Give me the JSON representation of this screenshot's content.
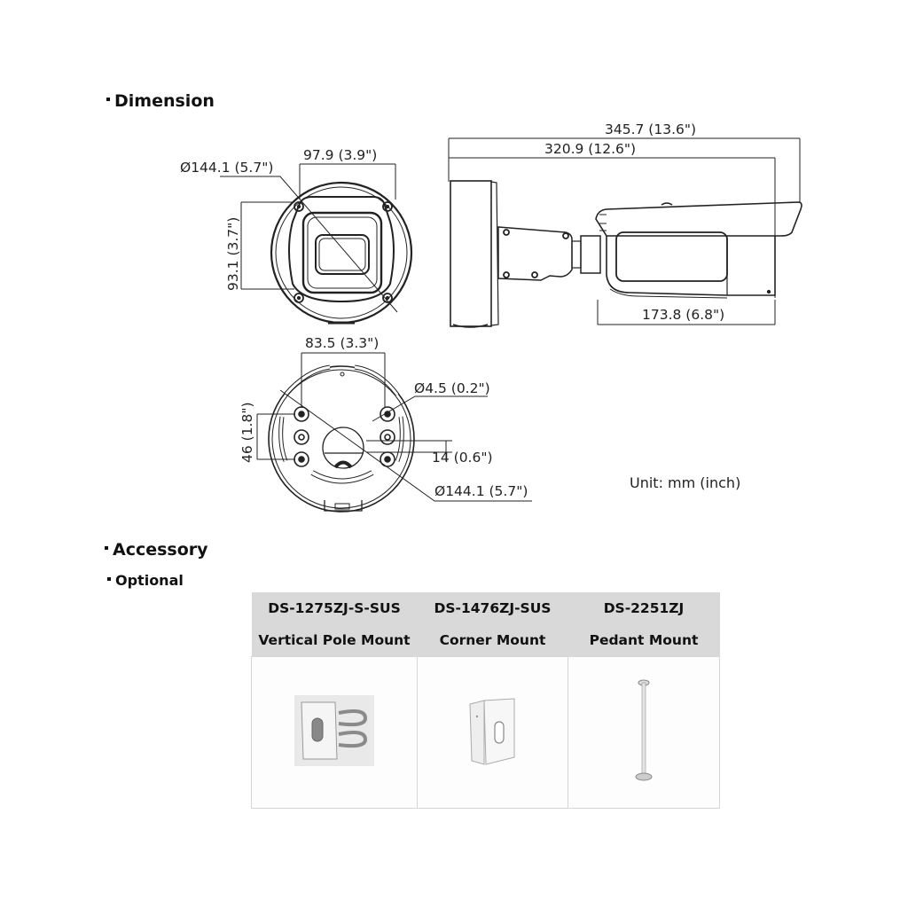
{
  "sections": {
    "dimension": {
      "title": "Dimension"
    },
    "accessory": {
      "title": "Accessory"
    },
    "optional": {
      "title": "Optional"
    }
  },
  "dimensions": {
    "front_view": {
      "diameter": "Ø144.1 (5.7\")",
      "width": "97.9 (3.9\")",
      "height": "93.1 (3.7\")"
    },
    "side_view": {
      "total_length": "345.7 (13.6\")",
      "length_to_mount": "320.9 (12.6\")",
      "body_length": "173.8 (6.8\")"
    },
    "base_view": {
      "hole_spacing_h": "83.5 (3.3\")",
      "hole_diameter": "Ø4.5 (0.2\")",
      "hole_spacing_v": "46 (1.8\")",
      "offset": "14 (0.6\")",
      "diameter": "Ø144.1 (5.7\")"
    },
    "unit_note": "Unit: mm (inch)"
  },
  "accessories": {
    "columns": [
      {
        "model": "DS-1275ZJ-S-SUS",
        "name": "Vertical Pole Mount",
        "icon": "pole-mount-image"
      },
      {
        "model": "DS-1476ZJ-SUS",
        "name": "Corner Mount",
        "icon": "corner-mount-image"
      },
      {
        "model": "DS-2251ZJ",
        "name": "Pedant Mount",
        "icon": "pendant-mount-image"
      }
    ]
  },
  "colors": {
    "table_header_bg": "#d9d9d9",
    "line": "#222222",
    "cell_border": "#d6d6d6"
  }
}
